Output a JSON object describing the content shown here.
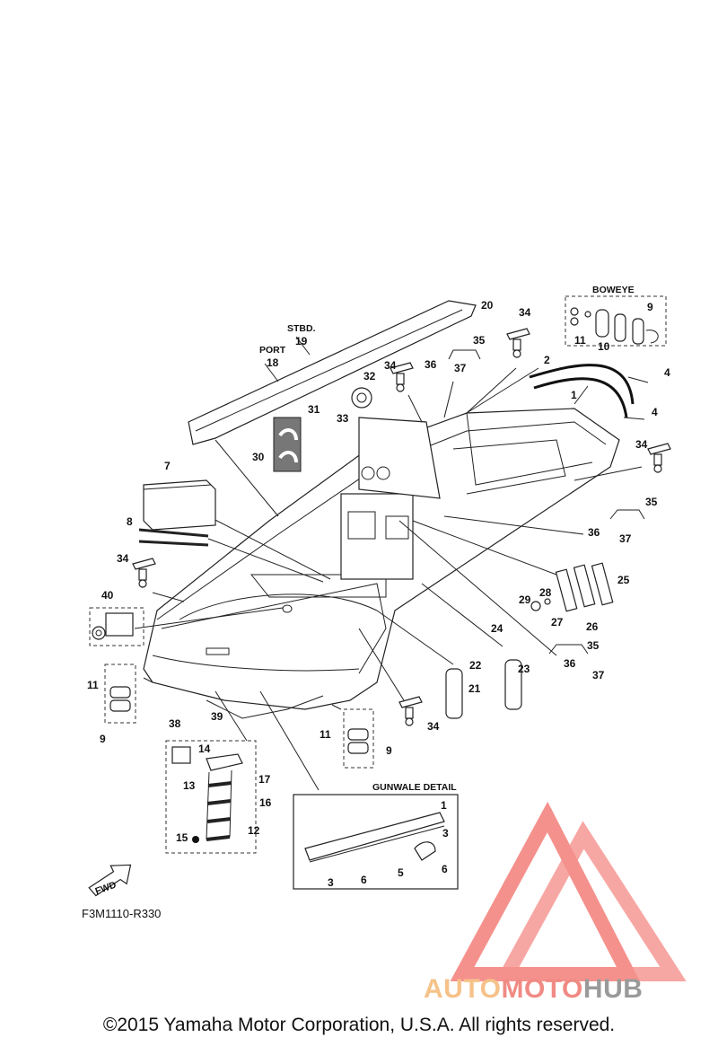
{
  "diagram": {
    "labels": {
      "stbd": "STBD.",
      "port": "PORT",
      "boweye": "BOWEYE",
      "gunwale_detail": "GUNWALE DETAIL"
    },
    "callouts": [
      "1",
      "2",
      "3",
      "4",
      "5",
      "6",
      "7",
      "8",
      "9",
      "10",
      "11",
      "12",
      "13",
      "14",
      "15",
      "16",
      "17",
      "18",
      "19",
      "20",
      "21",
      "22",
      "23",
      "24",
      "25",
      "26",
      "27",
      "28",
      "29",
      "30",
      "31",
      "32",
      "33",
      "34",
      "35",
      "36",
      "37",
      "38",
      "39",
      "40"
    ],
    "fwd_label": "FWD",
    "code": "F3M1110-R330"
  },
  "watermark": {
    "parts": [
      "AUTO",
      "MOTO",
      "HUB"
    ],
    "colors": [
      "#f6c28a",
      "#f08a84",
      "#9a9a9a"
    ],
    "logo_color": "#f47e78"
  },
  "footer": {
    "copyright": "©2015 Yamaha Motor Corporation, U.S.A. All rights reserved."
  }
}
